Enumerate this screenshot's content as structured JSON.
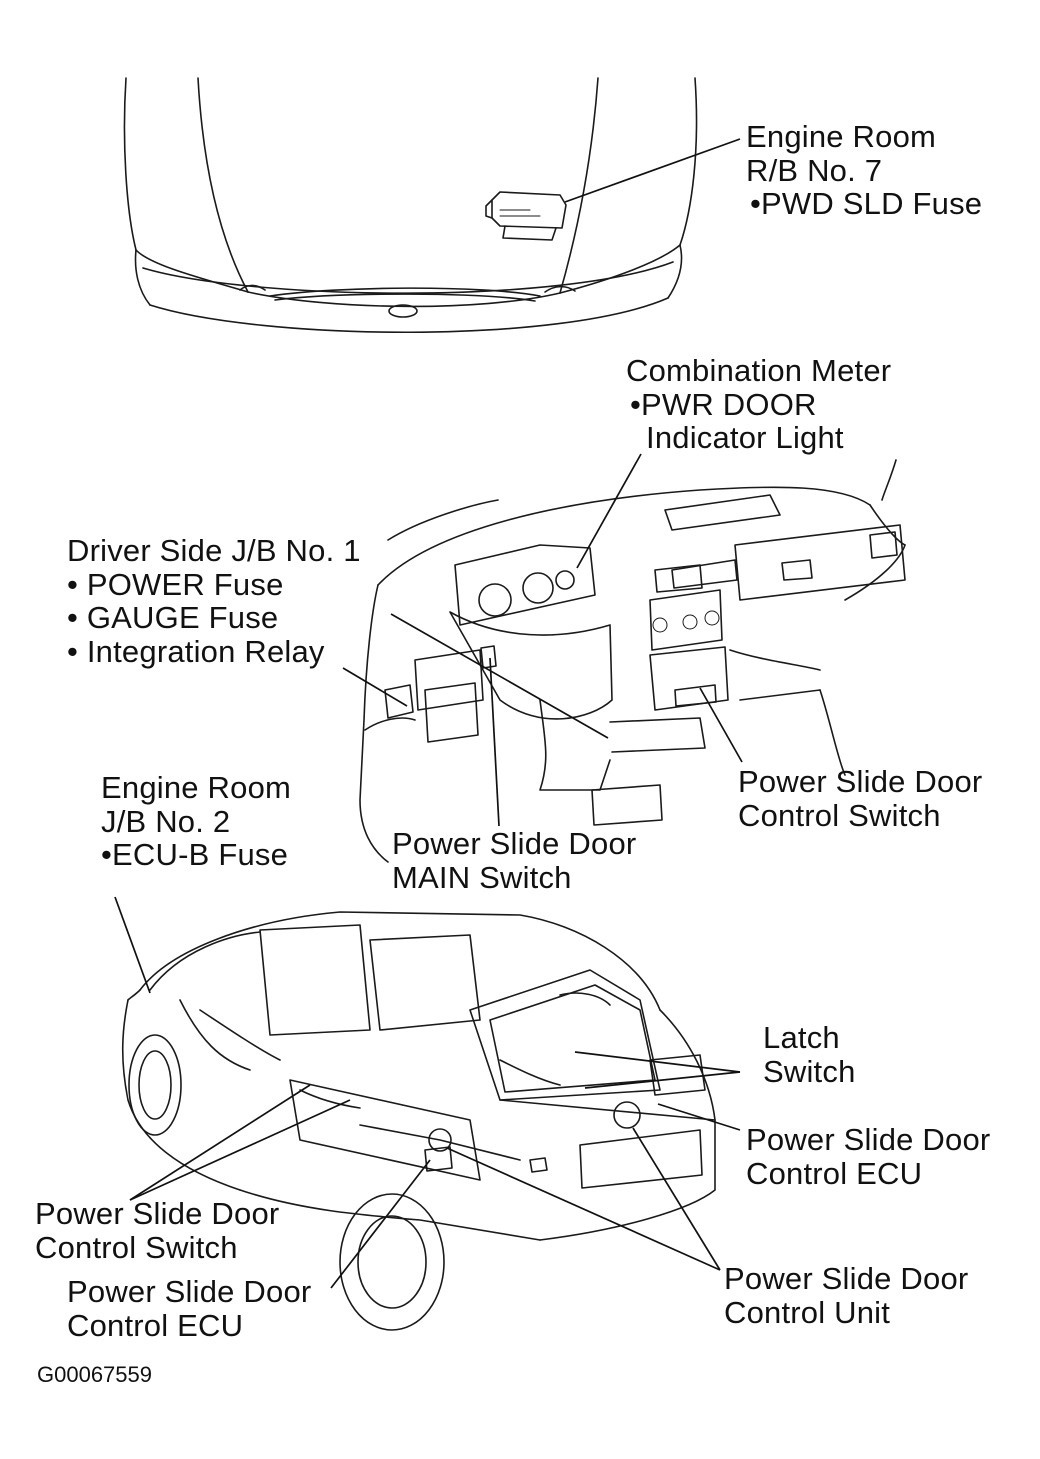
{
  "labels": {
    "engine_room_rb7": [
      "Engine Room",
      "R/B No. 7",
      "•PWD SLD Fuse"
    ],
    "combination_meter": [
      "Combination Meter",
      "•PWR DOOR",
      "Indicator Light"
    ],
    "driver_side_jb1": [
      "Driver Side J/B No. 1",
      "• POWER Fuse",
      "• GAUGE Fuse",
      "• Integration Relay"
    ],
    "pwr_slide_ctrl_switch_dash": [
      "Power Slide Door",
      "Control Switch"
    ],
    "engine_room_jb2": [
      "Engine Room",
      "J/B No. 2",
      "•ECU-B Fuse"
    ],
    "pwr_slide_main_switch": [
      "Power Slide Door",
      "MAIN Switch"
    ],
    "latch_switch": [
      "Latch",
      "Switch"
    ],
    "pwr_slide_ctrl_ecu_right": [
      "Power Slide Door",
      "Control ECU"
    ],
    "pwr_slide_ctrl_switch_left": [
      "Power Slide Door",
      "Control Switch"
    ],
    "pwr_slide_ctrl_ecu_left": [
      "Power Slide Door",
      "Control ECU"
    ],
    "pwr_slide_ctrl_unit": [
      "Power Slide Door",
      "Control Unit"
    ]
  },
  "figure_id": "G00067559"
}
